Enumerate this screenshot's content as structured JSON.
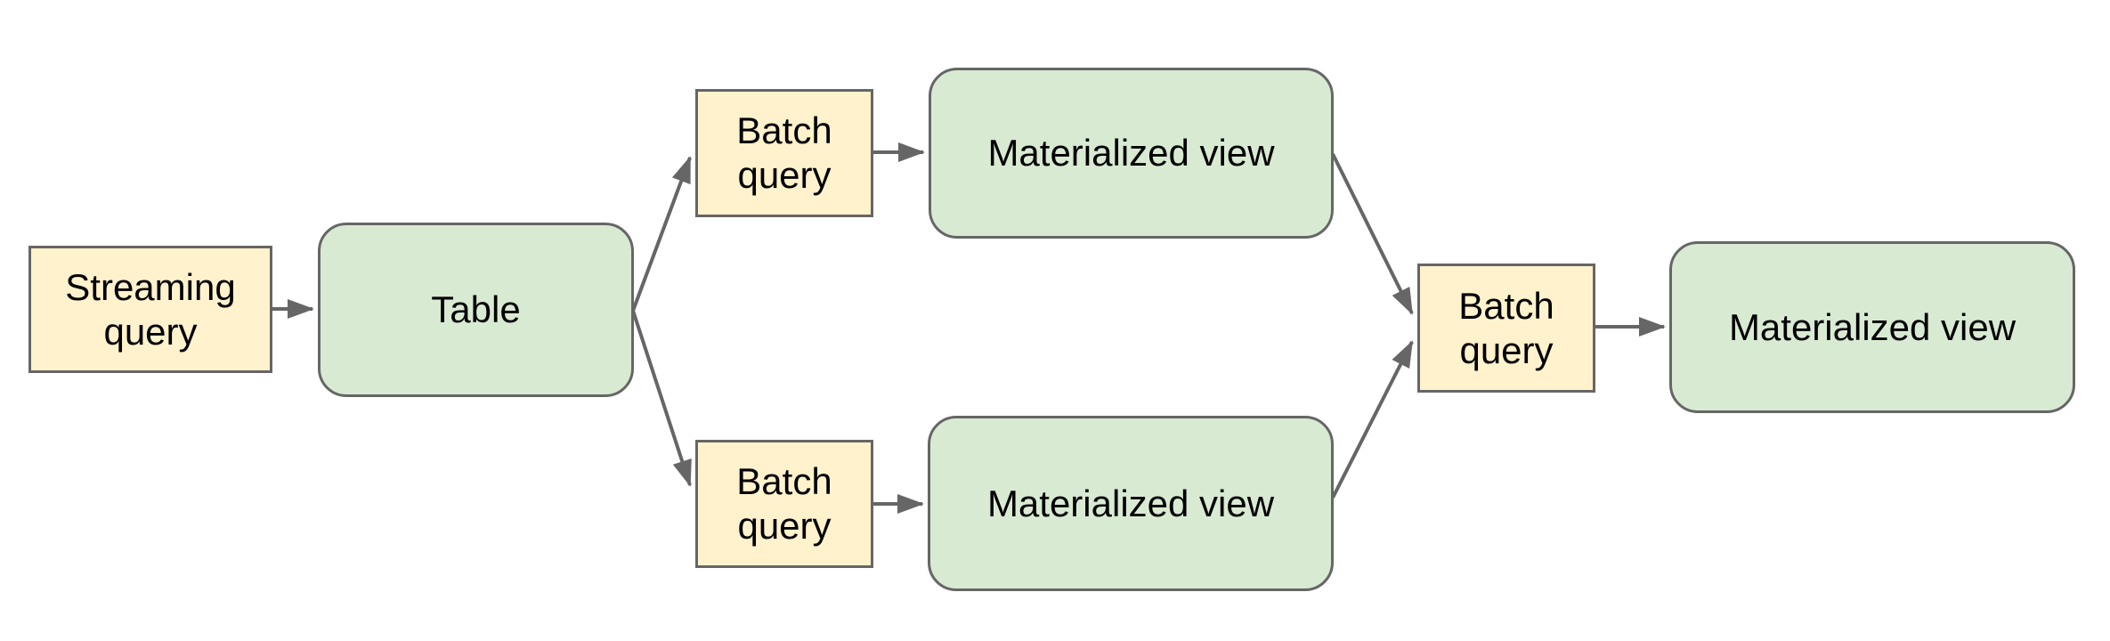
{
  "diagram": {
    "background": "#ffffff",
    "colors": {
      "background": "#ffffff",
      "query_fill": "#fff2cc",
      "view_fill": "#d9ead3",
      "stroke": "#666666",
      "arrow": "#666666",
      "label_text": "#000000"
    },
    "nodes": {
      "streaming_query": {
        "label": "Streaming query",
        "kind": "query"
      },
      "table": {
        "label": "Table",
        "kind": "view"
      },
      "batch_query_top": {
        "label": "Batch query",
        "kind": "query"
      },
      "materialized_view_top": {
        "label": "Materialized view",
        "kind": "view"
      },
      "batch_query_bottom": {
        "label": "Batch query",
        "kind": "query"
      },
      "materialized_view_bottom": {
        "label": "Materialized view",
        "kind": "view"
      },
      "batch_query_final": {
        "label": "Batch query",
        "kind": "query"
      },
      "materialized_view_final": {
        "label": "Materialized view",
        "kind": "view"
      }
    },
    "edges": [
      {
        "from": "streaming_query",
        "to": "table"
      },
      {
        "from": "table",
        "to": "batch_query_top"
      },
      {
        "from": "table",
        "to": "batch_query_bottom"
      },
      {
        "from": "batch_query_top",
        "to": "materialized_view_top"
      },
      {
        "from": "batch_query_bottom",
        "to": "materialized_view_bottom"
      },
      {
        "from": "materialized_view_top",
        "to": "batch_query_final"
      },
      {
        "from": "materialized_view_bottom",
        "to": "batch_query_final"
      },
      {
        "from": "batch_query_final",
        "to": "materialized_view_final"
      }
    ]
  }
}
